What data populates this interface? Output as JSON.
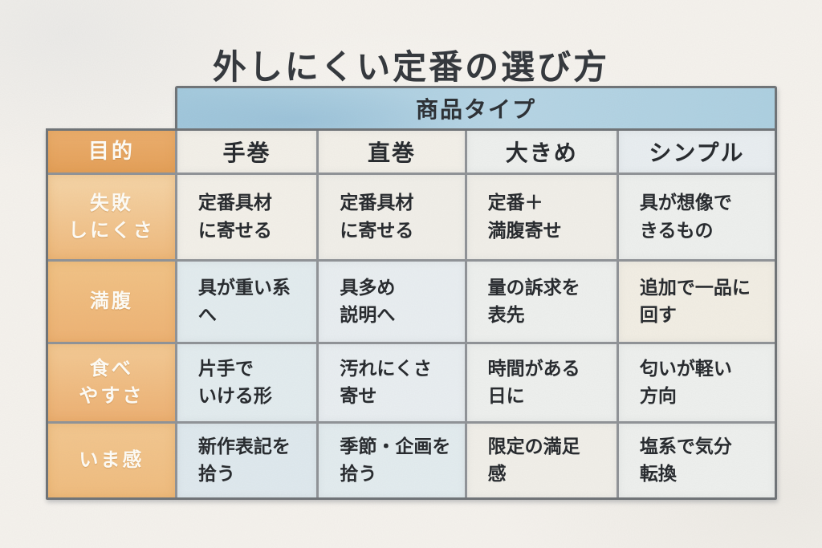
{
  "title": "外しにくい定番の選び方",
  "table": {
    "group_header": "商品タイプ",
    "corner_label": "目的",
    "columns": [
      "手巻",
      "直巻",
      "大きめ",
      "シンプル"
    ],
    "rows": [
      {
        "label": "失敗\nしにくさ",
        "cells": [
          "定番具材\nに寄せる",
          "定番具材\nに寄せる",
          "定番＋\n満腹寄せ",
          "具が想像で\nきるもの"
        ]
      },
      {
        "label": "満腹",
        "cells": [
          "具が重い系\nへ",
          "具多め\n説明へ",
          "量の訴求を\n表先",
          "追加で一品に\n回す"
        ]
      },
      {
        "label": "食べ\nやすさ",
        "cells": [
          "片手で\nいける形",
          "汚れにくさ\n寄せ",
          "時間がある\n日に",
          "匂いが軽い\n方向"
        ]
      },
      {
        "label": "いま感",
        "cells": [
          "新作表記を\n拾う",
          "季節・企画を\n拾う",
          "限定の満足\n感",
          "塩系で気分\n転換"
        ]
      }
    ]
  },
  "colors": {
    "paper": "#f5f2ed",
    "band_blue": "#a9cde0",
    "header_orange": "#e8a65f",
    "row_label_orange": "#f1c289",
    "cell_blue": "#e3ecef",
    "cell_cream": "#f2f0e9",
    "grid_line": "#8f9296",
    "outer_border": "#6f7377",
    "text_dark": "#26292d",
    "text_white": "#fffdf7"
  }
}
